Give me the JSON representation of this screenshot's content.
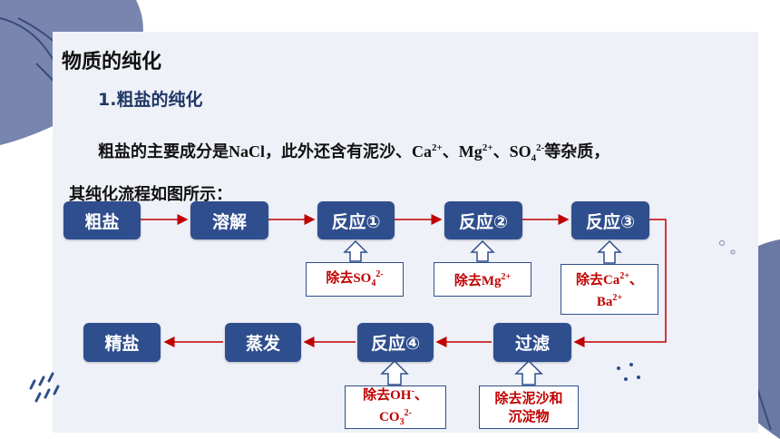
{
  "heading": "物质的纯化",
  "subheading": "1.粗盐的纯化",
  "intro": {
    "part1": "粗盐的主要成分是",
    "nacl": "NaCl",
    "part2": "，此外还含有泥沙、",
    "ca": "Ca",
    "ca_sup": "2+",
    "sep1": "、",
    "mg": "Mg",
    "mg_sup": "2+",
    "sep2": "、",
    "so": "SO",
    "so_sub": "4",
    "so_sup": "2-",
    "part3": "等杂质，",
    "line2": "其纯化流程如图所示："
  },
  "flow": {
    "top_row": [
      "粗盐",
      "溶解",
      "反应①",
      "反应②",
      "反应③"
    ],
    "bottom_row": [
      "精盐",
      "蒸发",
      "反应④",
      "过滤"
    ]
  },
  "notes": {
    "r1": {
      "text": "除去SO",
      "sub": "4",
      "sup": "2-"
    },
    "r2": {
      "text": "除去Mg",
      "sup": "2+"
    },
    "r3": {
      "line1": "除去Ca",
      "line1_sup": "2+",
      "line1_tail": "、",
      "line2": "Ba",
      "line2_sup": "2+"
    },
    "r4": {
      "line1": "除去OH",
      "line1_sup": "-",
      "line1_tail": "、",
      "line2": "CO",
      "line2_sub": "3",
      "line2_sup": "2-"
    },
    "filter": {
      "line1": "除去泥沙和",
      "line2": "沉淀物"
    }
  },
  "colors": {
    "box": "#2f4e8e",
    "arrow": "#c00000",
    "note_text": "#c00000",
    "panel": "#eef1f7",
    "leaf": "#5a6a9a"
  }
}
